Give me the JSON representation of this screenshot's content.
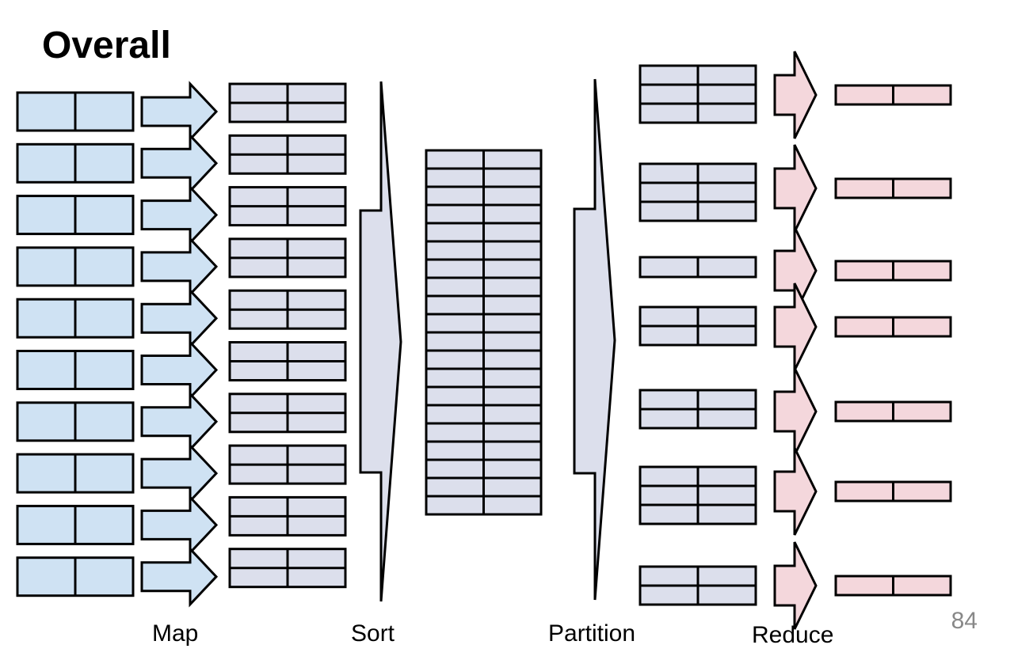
{
  "title": "Overall",
  "stages": {
    "map": "Map",
    "sort": "Sort",
    "partition": "Partition",
    "reduce": "Reduce"
  },
  "page_number": "84",
  "colors": {
    "input_fill": "#cfe2f3",
    "map_output_fill": "#dcdfec",
    "reduce_output_fill": "#f4d7dc",
    "stroke": "#000000"
  },
  "counts": {
    "inputs": 10,
    "sorted_records": 20,
    "partitions": 7,
    "partition_sizes": [
      3,
      3,
      1,
      2,
      2,
      3,
      2
    ]
  }
}
